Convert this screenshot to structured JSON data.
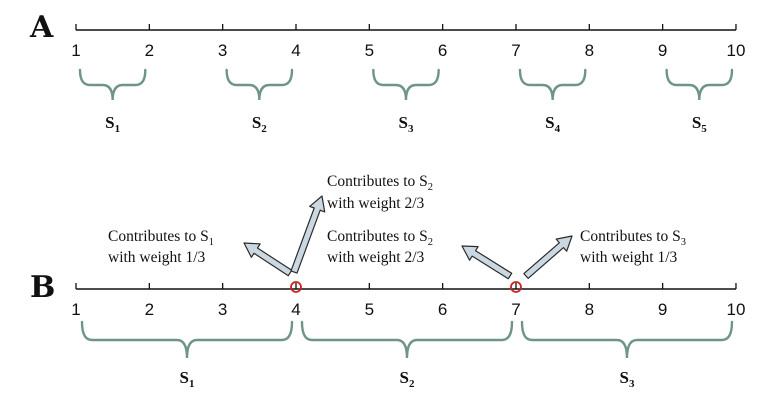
{
  "panels": {
    "a": {
      "label": "A",
      "ticks": [
        "1",
        "2",
        "3",
        "4",
        "5",
        "6",
        "7",
        "8",
        "9",
        "10"
      ],
      "sets": [
        {
          "base": "S",
          "sub": "1",
          "from": 1,
          "to": 2
        },
        {
          "base": "S",
          "sub": "2",
          "from": 3,
          "to": 4
        },
        {
          "base": "S",
          "sub": "3",
          "from": 5,
          "to": 6
        },
        {
          "base": "S",
          "sub": "4",
          "from": 7,
          "to": 8
        },
        {
          "base": "S",
          "sub": "5",
          "from": 9,
          "to": 10
        }
      ]
    },
    "b": {
      "label": "B",
      "ticks": [
        "1",
        "2",
        "3",
        "4",
        "5",
        "6",
        "7",
        "8",
        "9",
        "10"
      ],
      "sets": [
        {
          "base": "S",
          "sub": "1",
          "from": 1,
          "to": 4
        },
        {
          "base": "S",
          "sub": "2",
          "from": 4,
          "to": 7
        },
        {
          "base": "S",
          "sub": "3",
          "from": 7,
          "to": 10
        }
      ],
      "marked_points": [
        4,
        7
      ],
      "notes": [
        {
          "from_point": 4,
          "direction": "left",
          "line1_pre": "Contributes to S",
          "line1_sub": "1",
          "line2": "with weight 1/3"
        },
        {
          "from_point": 4,
          "direction": "up-right",
          "line1_pre": "Contributes to S",
          "line1_sub": "2",
          "line2": "with weight 2/3"
        },
        {
          "from_point": 7,
          "direction": "left",
          "line1_pre": "Contributes to S",
          "line1_sub": "2",
          "line2": "with weight 2/3"
        },
        {
          "from_point": 7,
          "direction": "right",
          "line1_pre": "Contributes to S",
          "line1_sub": "3",
          "line2": "with weight 1/3"
        }
      ]
    }
  },
  "colors": {
    "brace": "#6f9488",
    "arrow_fill": "#cbd8e2",
    "arrow_stroke": "#2b2b2b",
    "marker": "#cc2222",
    "axis": "#111111"
  }
}
